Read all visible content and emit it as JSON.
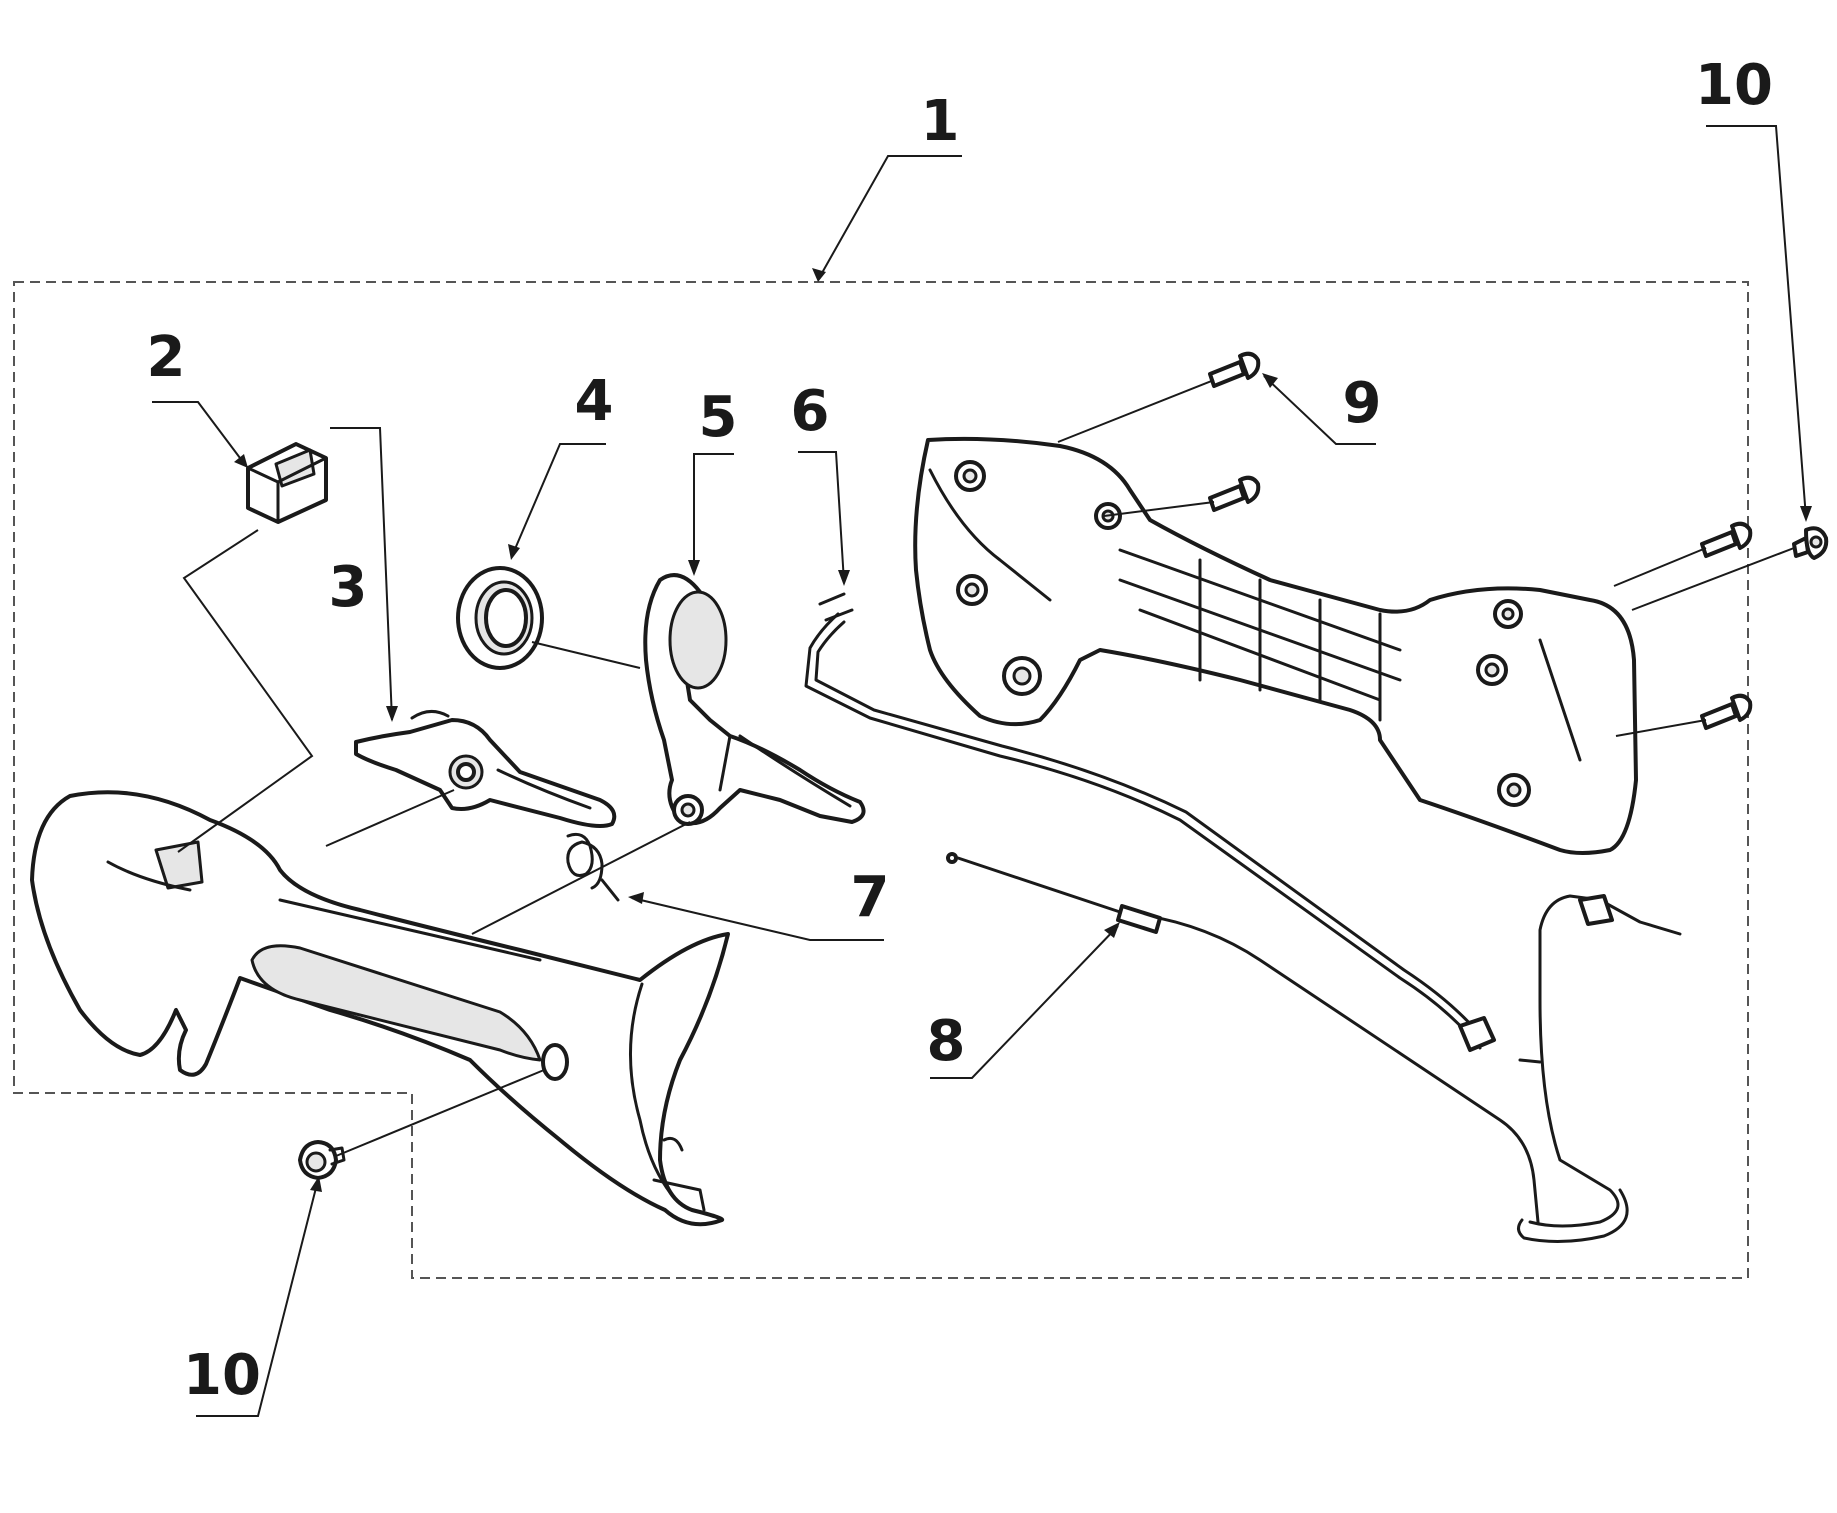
{
  "callouts": {
    "c1": "1",
    "c2": "2",
    "c3": "3",
    "c4": "4",
    "c5": "5",
    "c6": "6",
    "c7": "7",
    "c8": "8",
    "c9": "9",
    "c10_top": "10",
    "c10_bottom": "10"
  },
  "colors": {
    "line": "#1a1a1a",
    "fill": "#ffffff",
    "shade": "#e6e6e6"
  }
}
